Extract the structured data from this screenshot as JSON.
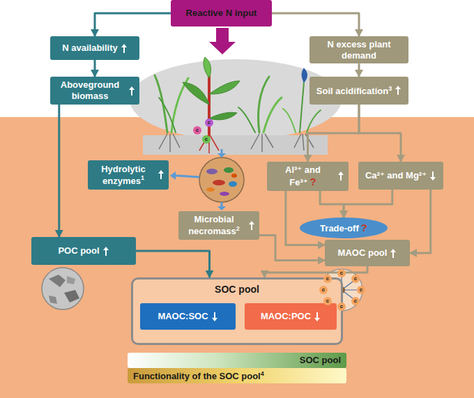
{
  "diagram": {
    "nodes": [
      {
        "text": [
          "Reactive N input"
        ]
      },
      {
        "text": [
          "N availability"
        ]
      },
      {
        "text": [
          "Aboveground biomass"
        ]
      },
      {
        "text": [
          "N excess plant demand"
        ]
      },
      {
        "text": [
          "Soil acidification"
        ]
      },
      {
        "text": [
          "Hydrolytic enzymes"
        ]
      },
      {
        "text": [
          "Microbial necromass"
        ]
      },
      {
        "text": [
          "Al³⁺ and Fe³⁺"
        ]
      },
      {
        "text": [
          "Ca²⁺ and Mg²⁺"
        ]
      },
      {
        "text": [
          "Trade-off"
        ]
      },
      {
        "text": [
          "POC pool"
        ]
      },
      {
        "text": [
          "MAOC pool"
        ]
      },
      {
        "text": [
          "SOC pool"
        ]
      },
      {
        "text": [
          "MAOC:SOC"
        ],
        "in": 12
      },
      {
        "text": [
          "MAOC:POC"
        ],
        "in": 12
      },
      {
        "text": [
          "SOC pool"
        ]
      },
      {
        "text": [
          "Functionality of the SOC pool"
        ]
      }
    ],
    "edges": [
      {
        "from": 0,
        "to": 1,
        "arrow": "to"
      },
      {
        "from": 0,
        "to": 3,
        "arrow": "to"
      },
      {
        "from": 1,
        "to": 2,
        "arrow": "to"
      },
      {
        "from": 2,
        "to": 10,
        "arrow": "to"
      },
      {
        "from": 3,
        "to": 4,
        "arrow": "to"
      },
      {
        "from": 4,
        "to": 7,
        "arrow": "to"
      },
      {
        "from": 4,
        "to": 8,
        "arrow": "to"
      },
      {
        "from": 7,
        "to": 9,
        "arrow": "to"
      },
      {
        "from": 7,
        "to": 11,
        "arrow": "to"
      },
      {
        "from": 8,
        "to": 9,
        "arrow": "to"
      },
      {
        "from": 8,
        "to": 11,
        "arrow": "to"
      },
      {
        "from": 6,
        "to": 11,
        "arrow": "to"
      },
      {
        "from": 10,
        "to": 12,
        "arrow": "to"
      },
      {
        "from": 11,
        "to": 12,
        "arrow": "to"
      }
    ],
    "labels": [
      "1",
      "2",
      "3",
      "?",
      "?",
      "4",
      "c",
      "c",
      "c",
      "c",
      "c",
      "c",
      "c",
      "c",
      "c",
      "c",
      "c"
    ]
  }
}
